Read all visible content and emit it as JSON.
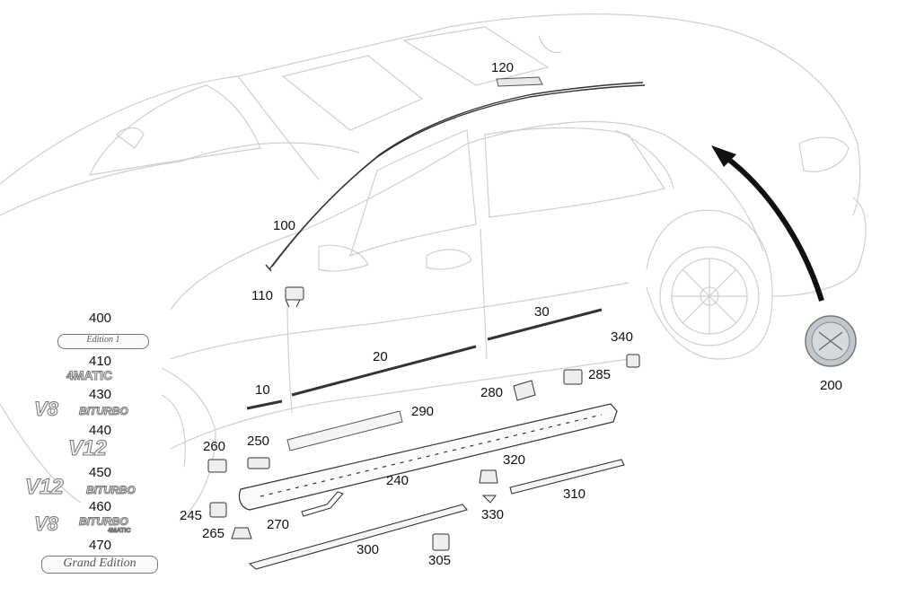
{
  "callouts": {
    "c10": "10",
    "c20": "20",
    "c30": "30",
    "c100": "100",
    "c110": "110",
    "c120": "120",
    "c200": "200",
    "c240": "240",
    "c245": "245",
    "c250": "250",
    "c260": "260",
    "c265": "265",
    "c270": "270",
    "c280": "280",
    "c285": "285",
    "c290": "290",
    "c300": "300",
    "c305": "305",
    "c310": "310",
    "c320": "320",
    "c330": "330",
    "c340": "340",
    "c400": "400",
    "c410": "410",
    "c430": "430",
    "c440": "440",
    "c450": "450",
    "c460": "460",
    "c470": "470"
  },
  "badges": {
    "edition1": "Edition 1",
    "matic4": "4MATIC",
    "v8": "V8",
    "biturbo": "BITURBO",
    "v12": "V12",
    "v12_2": "V12",
    "biturbo2": "BITURBO",
    "v8_2": "V8",
    "biturbo3": "BITURBO",
    "matic_small": "4MATIC",
    "grand_edition": "Grand Edition"
  },
  "colors": {
    "outline": "#cfcfcf",
    "part": "#333333",
    "arrow": "#111111",
    "badge_grey": "#888888"
  }
}
